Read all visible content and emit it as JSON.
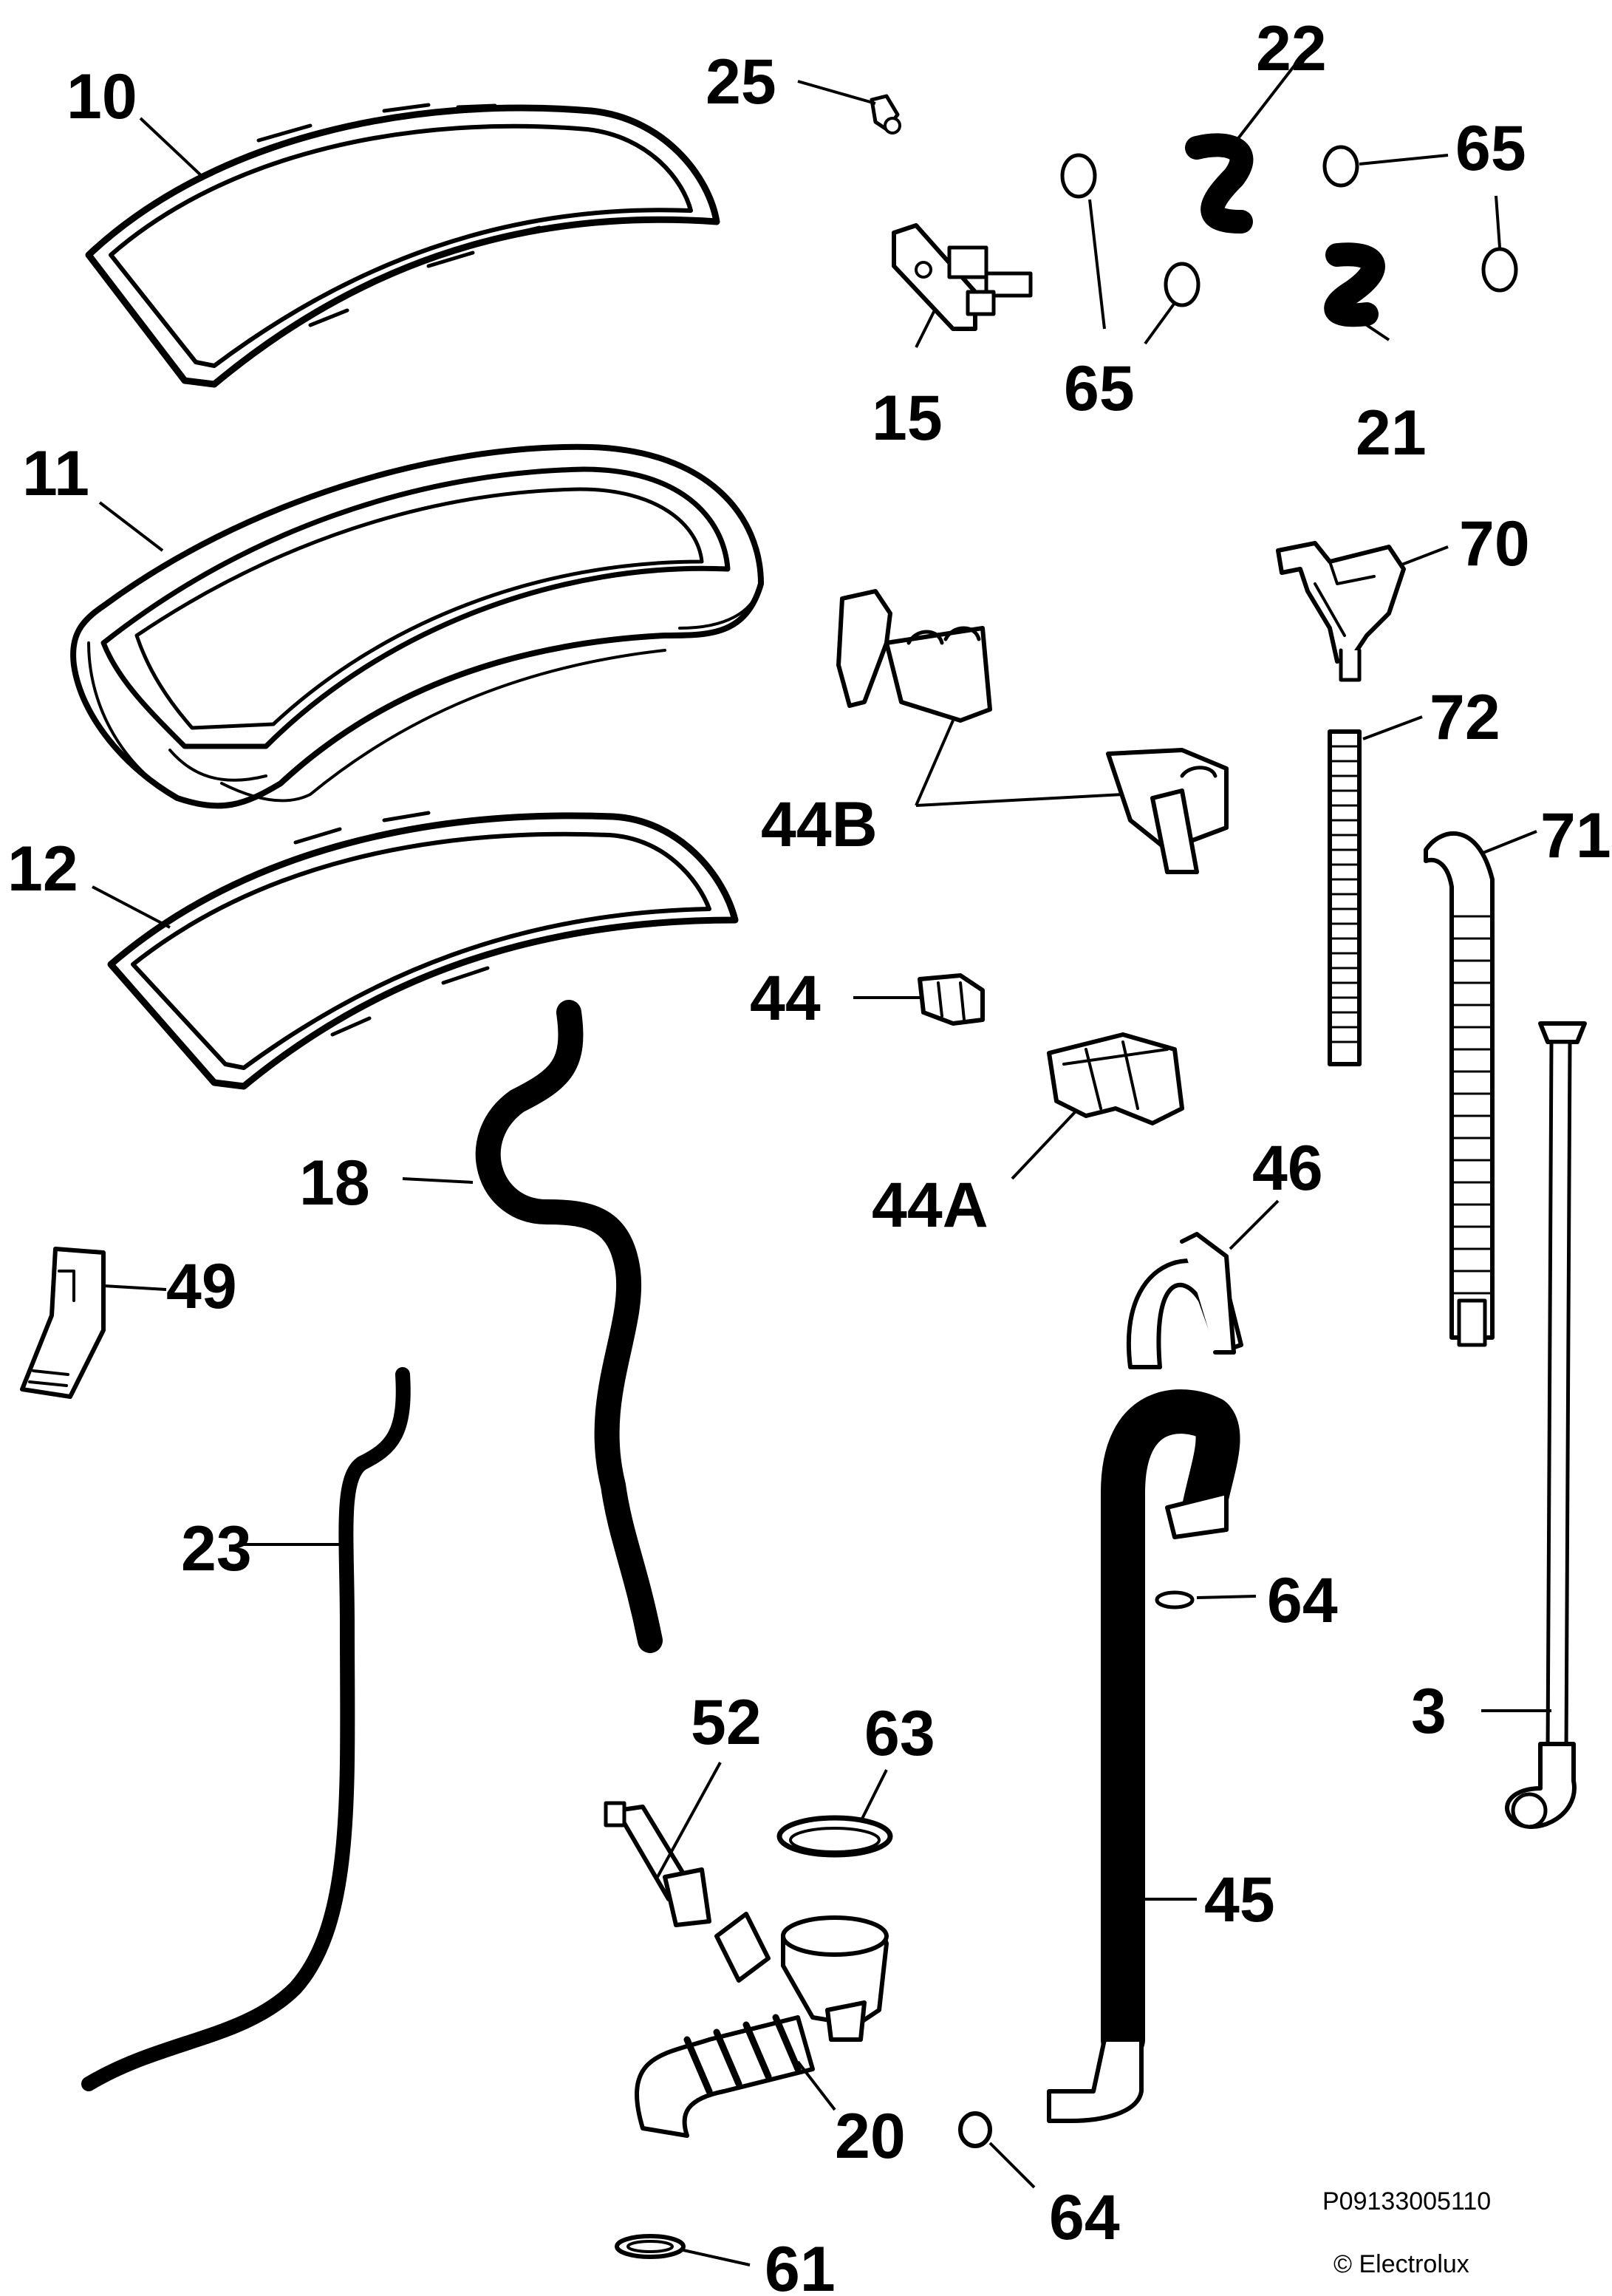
{
  "labels": {
    "p10": "10",
    "p11": "11",
    "p12": "12",
    "p25": "25",
    "p22": "22",
    "p65a": "65",
    "p65b": "65",
    "p15": "15",
    "p21": "21",
    "p70": "70",
    "p72": "72",
    "p71": "71",
    "p44B": "44B",
    "p44": "44",
    "p44A": "44A",
    "p18": "18",
    "p46": "46",
    "p49": "49",
    "p23": "23",
    "p64a": "64",
    "p3": "3",
    "p52": "52",
    "p63": "63",
    "p45": "45",
    "p20": "20",
    "p64b": "64",
    "p61": "61"
  },
  "caption": {
    "drawing_code": "P09133005110",
    "copyright": "© Electrolux"
  }
}
